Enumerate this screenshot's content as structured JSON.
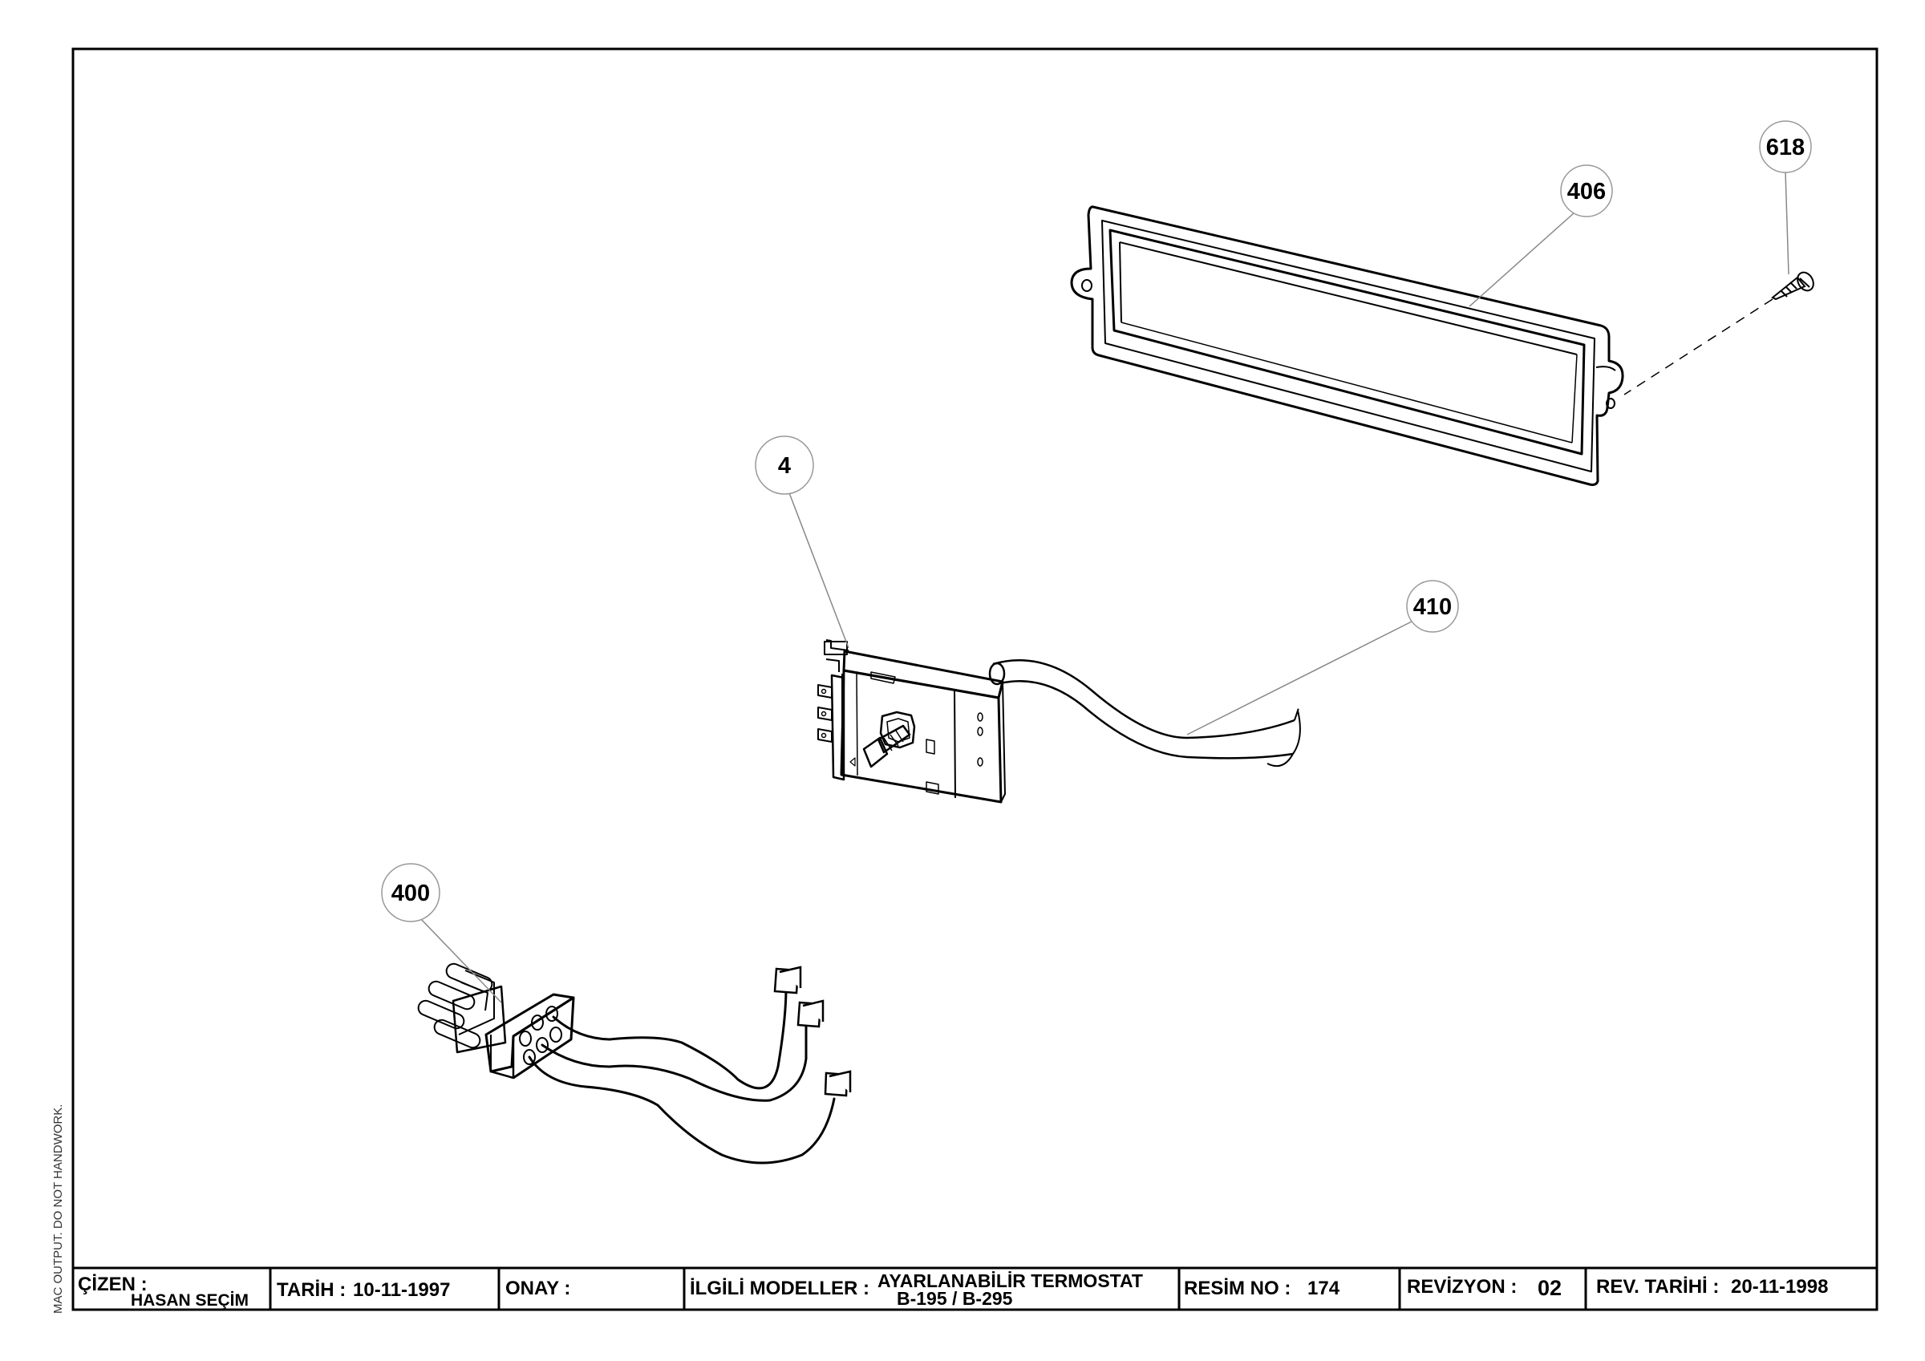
{
  "side_note": "MAC OUTPUT. DO NOT HANDWORK.",
  "callouts": {
    "c618": "618",
    "c406": "406",
    "c4": "4",
    "c410": "410",
    "c400": "400"
  },
  "title_block": {
    "cizen_label": "ÇİZEN :",
    "cizen_value": "HASAN SEÇİM",
    "tarih_label": "TARİH :",
    "tarih_value": "10-11-1997",
    "onay_label": "ONAY :",
    "modeller_label": "İLGİLİ MODELLER :",
    "modeller_line1": "AYARLANABİLİR TERMOSTAT",
    "modeller_line2": "B-195 / B-295",
    "resim_label": "RESİM NO :",
    "resim_value": "174",
    "revizyon_label": "REVİZYON :",
    "revizyon_value": "02",
    "rev_tarihi_label": "REV. TARİHİ :",
    "rev_tarihi_value": "20-11-1998"
  }
}
